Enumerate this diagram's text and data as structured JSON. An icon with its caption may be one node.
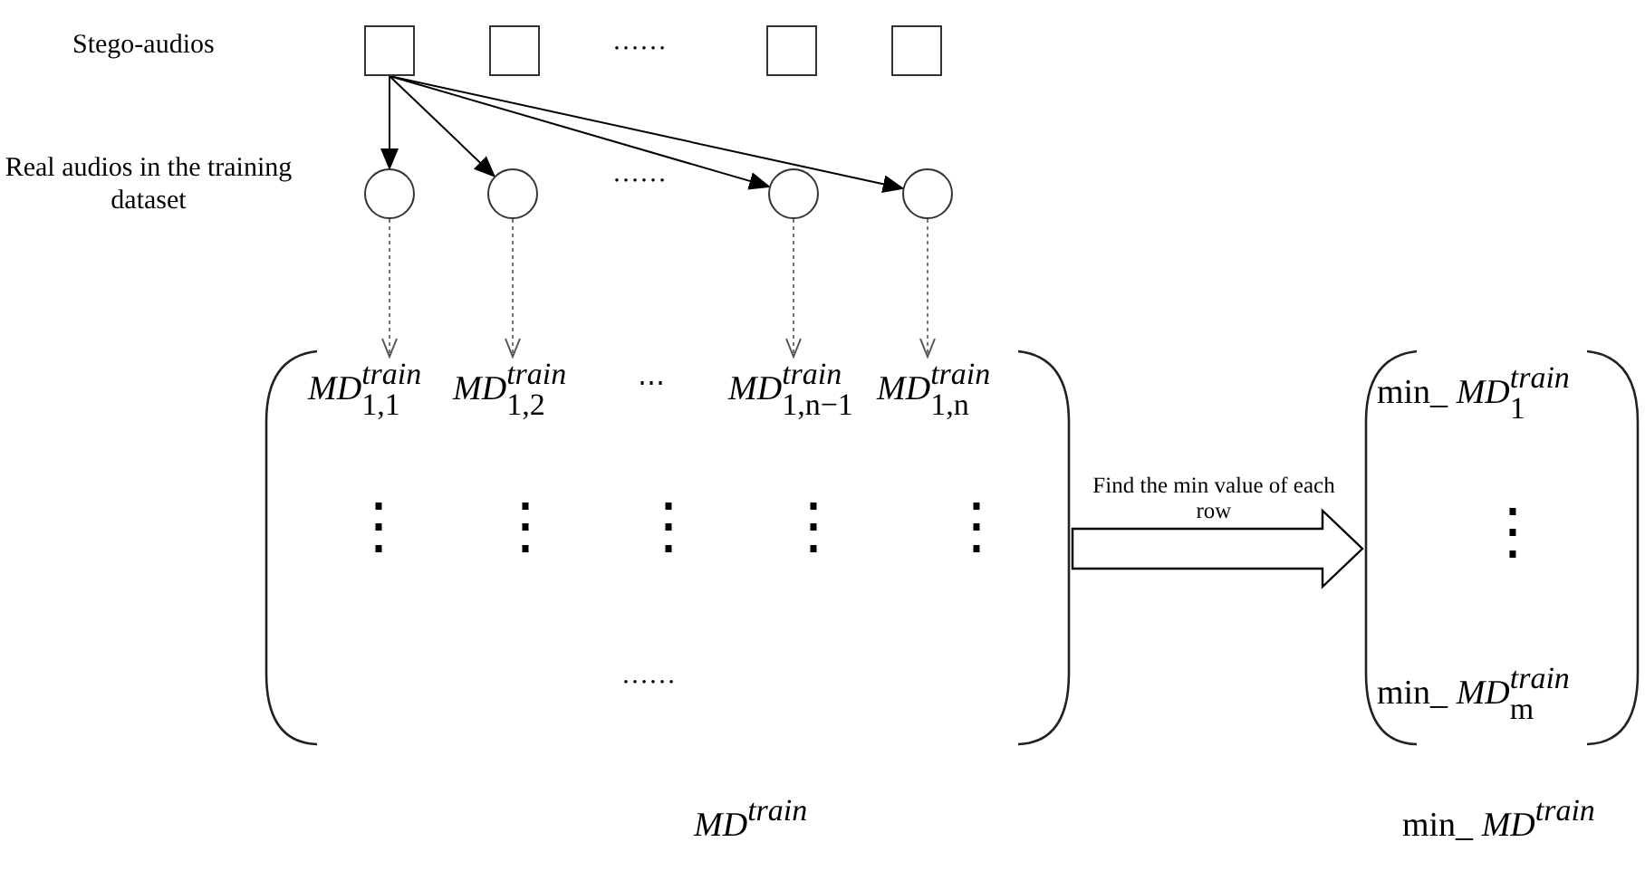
{
  "diagram": {
    "nodes": [
      {
        "text": [],
        "shape": "box"
      },
      {
        "text": [],
        "shape": "box"
      },
      {
        "text": [],
        "shape": "box"
      },
      {
        "text": [],
        "shape": "box"
      },
      {
        "text": [],
        "shape": "circle"
      },
      {
        "text": [],
        "shape": "circle"
      },
      {
        "text": [],
        "shape": "circle"
      },
      {
        "text": [],
        "shape": "circle"
      },
      {
        "text": [
          "*MD*$^{train}$"
        ]
      },
      {
        "text": [
          "*MD*$^{train}$$_{1,1}$"
        ],
        "in": 8
      },
      {
        "text": [
          "*MD*$^{train}$$_{1,2}$"
        ],
        "in": 8
      },
      {
        "text": [
          "*MD*$^{train}$$_{1,n−1}$"
        ],
        "in": 8
      },
      {
        "text": [
          "*MD*$^{train}$$_{1,n}$"
        ],
        "in": 8
      },
      {
        "text": [
          "min_ *MD*$^{train}$"
        ]
      },
      {
        "text": [
          "min_ *MD*$^{train}$$_{1}$"
        ],
        "in": 13
      },
      {
        "text": [
          "min_ *MD*$^{train}$$_{m}$"
        ],
        "in": 13
      }
    ],
    "edges": [
      {
        "from": 0,
        "to": 4,
        "arrow": "to"
      },
      {
        "from": 0,
        "to": 5,
        "arrow": "to"
      },
      {
        "from": 0,
        "to": 6,
        "arrow": "to"
      },
      {
        "from": 0,
        "to": 7,
        "arrow": "to"
      },
      {
        "from": 4,
        "to": 9,
        "arrow": "to",
        "style": "dashed",
        "color": "#777777"
      },
      {
        "from": 5,
        "to": 10,
        "arrow": "to",
        "style": "dashed",
        "color": "#777777"
      },
      {
        "from": 6,
        "to": 11,
        "arrow": "to",
        "style": "dashed",
        "color": "#777777"
      },
      {
        "from": 7,
        "to": 12,
        "arrow": "to",
        "style": "dashed",
        "color": "#777777"
      },
      {
        "from": 8,
        "to": 13,
        "arrow": "to",
        "style": "thick",
        "label": "Find the min value of each row"
      }
    ],
    "labels": [
      "Stego-audios",
      "……",
      "Real audios in the training dataset",
      "……",
      "⋯",
      "⋮",
      "⋮",
      "⋮",
      "⋮",
      "⋮",
      "……",
      "⋮"
    ]
  }
}
